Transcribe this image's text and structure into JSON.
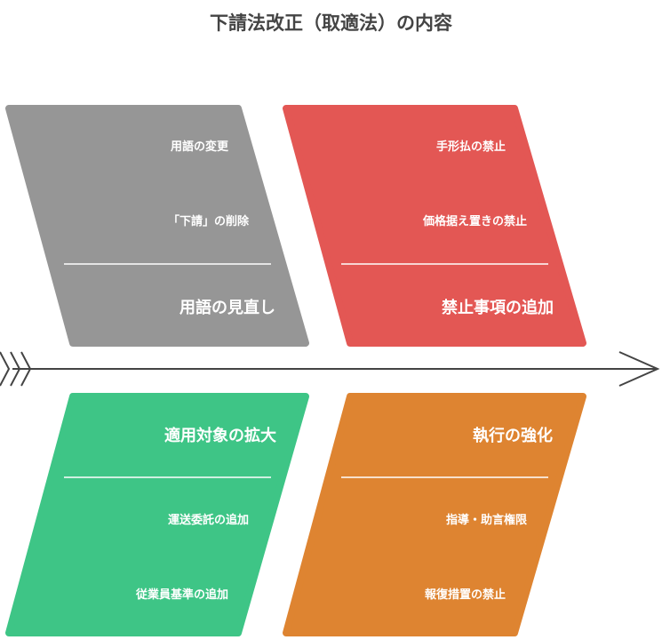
{
  "title": "下請法改正（取適法）の内容",
  "colors": {
    "gray": "#969696",
    "red": "#E35754",
    "green": "#3EC586",
    "orange": "#DE8431",
    "spine": "#444444"
  },
  "categories": [
    {
      "title": "用語の見直し",
      "items": [
        "用語の変更",
        "「下請」の削除"
      ]
    },
    {
      "title": "禁止事項の追加",
      "items": [
        "手形払の禁止",
        "価格据え置きの禁止"
      ]
    },
    {
      "title": "適用対象の拡大",
      "items": [
        "運送委託の追加",
        "従業員基準の追加"
      ]
    },
    {
      "title": "執行の強化",
      "items": [
        "指導・助言権限",
        "報復措置の禁止"
      ]
    }
  ]
}
